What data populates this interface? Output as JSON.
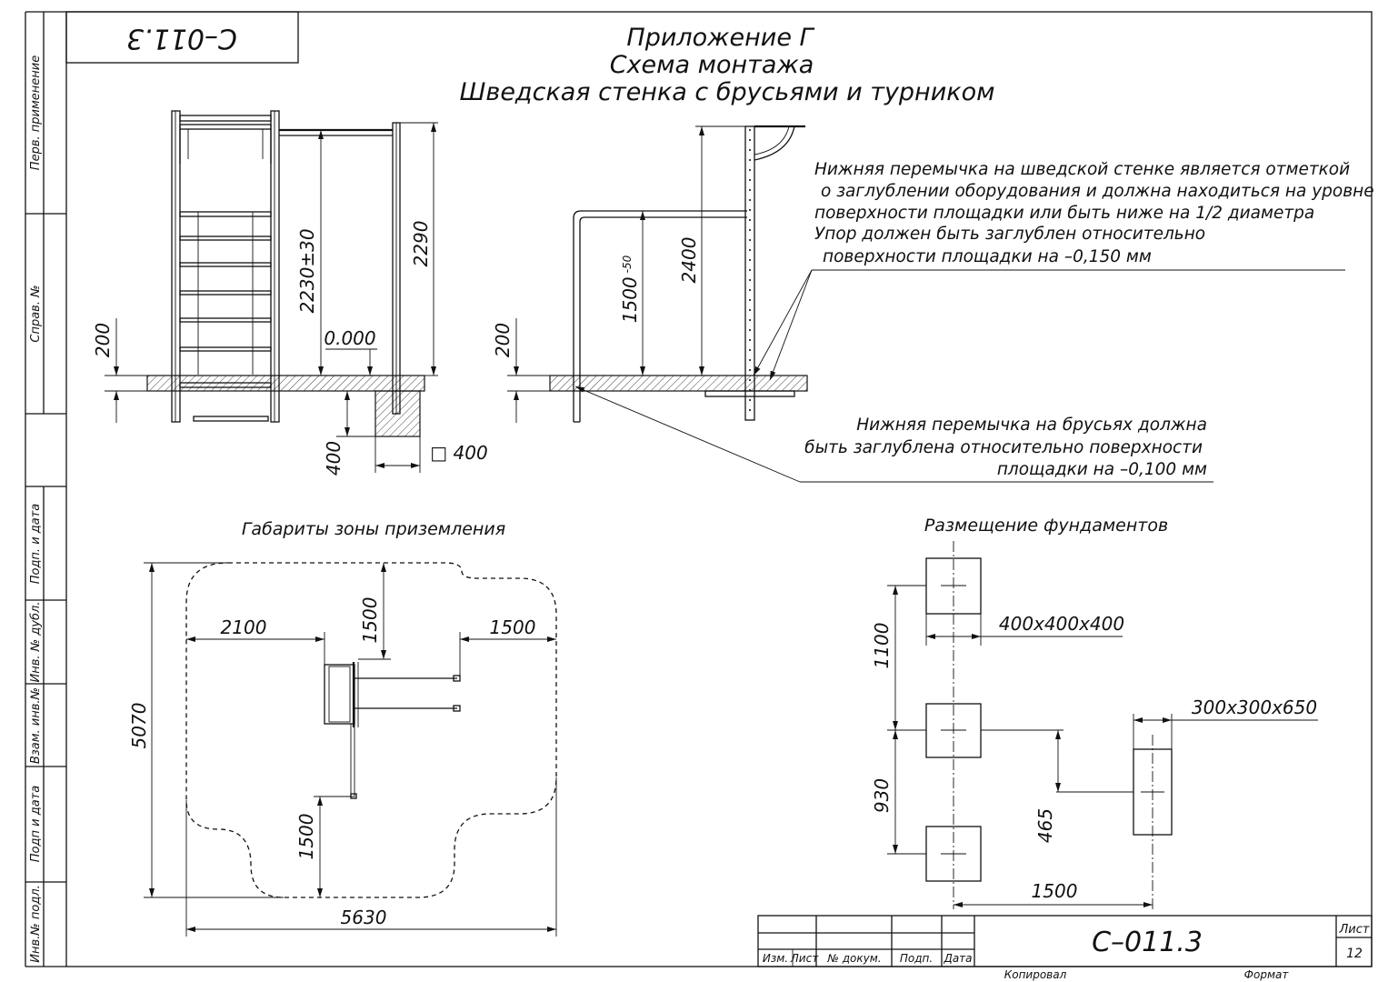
{
  "stamp_code": "С–011.3",
  "titles": {
    "line1": "Приложение Г",
    "line2": "Схема монтажа",
    "line3": "Шведская стенка с брусьями и турником"
  },
  "side_labels": [
    "Перв. применение",
    "Справ. №",
    "Подп. и дата",
    "Инв. № дубл.",
    "Взам. инв.№",
    "Подп и дата",
    "Инв.№ подл."
  ],
  "front_view": {
    "dim_2230": "2230±30",
    "dim_2290": "2290",
    "dim_200": "200",
    "dim_400": "400",
    "level": "0.000",
    "square": "□ 400"
  },
  "side_view": {
    "dim_200": "200",
    "dim_1500": "1500",
    "tol_1500": "-50",
    "dim_2400": "2400"
  },
  "notes": {
    "note1": [
      "Нижняя перемычка на шведской стенке является отметкой",
      "о заглублении оборудования и должна находиться на уровне",
      "поверхности площадки или быть ниже на 1/2 диаметра",
      "Упор должен быть заглублен относительно",
      "поверхности площадки на –0,150 мм"
    ],
    "note2": [
      "Нижняя перемычка на брусьях должна",
      "быть заглублена относительно поверхности",
      "площадки на –0,100 мм"
    ]
  },
  "landing_zone": {
    "title": "Габариты зоны приземления",
    "dim_2100": "2100",
    "dim_1500_top": "1500",
    "dim_1500_right": "1500",
    "dim_5070": "5070",
    "dim_1500_bottom": "1500",
    "dim_5630": "5630"
  },
  "foundations": {
    "title": "Размещение фундаментов",
    "size_a": "400х400х400",
    "size_b": "300х300х650",
    "dim_1100": "1100",
    "dim_930": "930",
    "dim_465": "465",
    "dim_1500": "1500"
  },
  "title_block": {
    "col_izm": "Изм.",
    "col_list": "Лист",
    "col_doc": "№ докум.",
    "col_sign": "Подп.",
    "col_date": "Дата",
    "code": "С–011.3",
    "sheet_label": "Лист",
    "sheet_no": "12",
    "copied": "Копировал",
    "format": "Формат"
  }
}
